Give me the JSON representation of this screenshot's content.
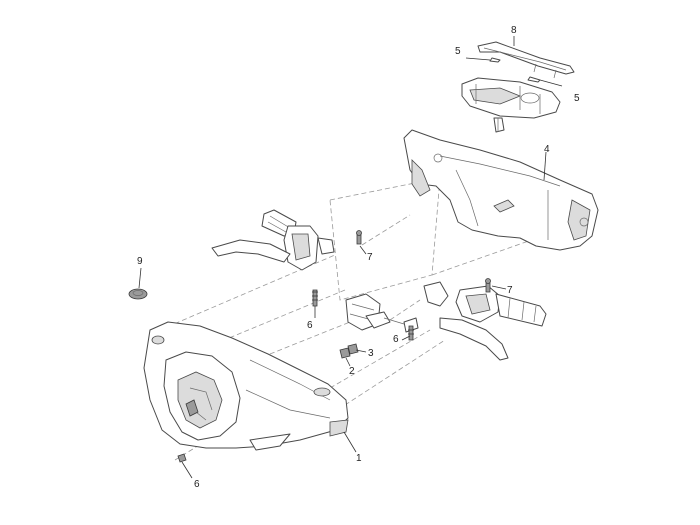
{
  "callouts": {
    "c1": "1",
    "c2": "2",
    "c3": "3",
    "c4": "4",
    "c5a": "5",
    "c5b": "5",
    "c6a": "6",
    "c6b": "6",
    "c6c": "6",
    "c7a": "7",
    "c7b": "7",
    "c8": "8",
    "c9": "9"
  }
}
